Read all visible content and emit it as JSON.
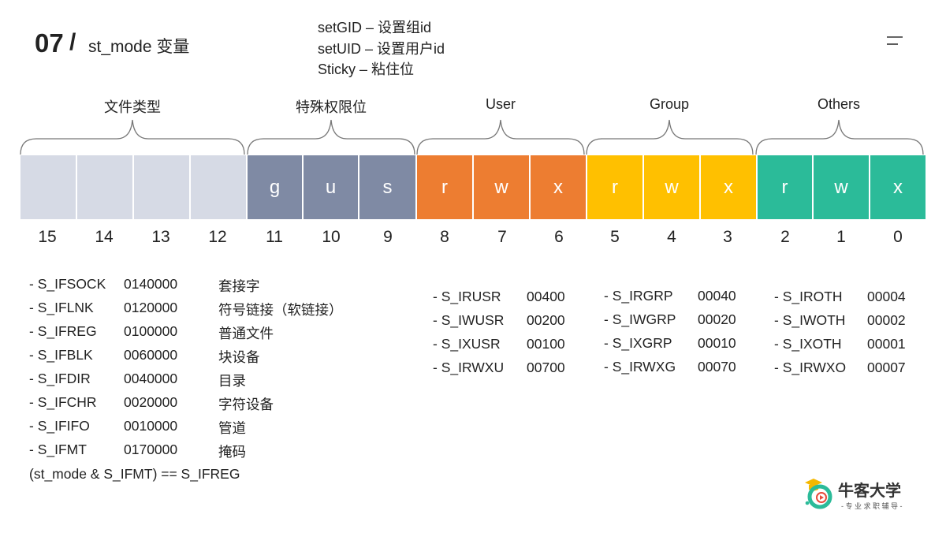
{
  "header": {
    "number": "07",
    "slash": "/",
    "title": "st_mode 变量"
  },
  "notes": [
    "setGID – 设置组id",
    "setUID – 设置用户id",
    "Sticky – 粘住位"
  ],
  "groups": [
    "文件类型",
    "特殊权限位",
    "User",
    "Group",
    "Others"
  ],
  "cells": [
    "",
    "",
    "",
    "",
    "g",
    "u",
    "s",
    "r",
    "w",
    "x",
    "r",
    "w",
    "x",
    "r",
    "w",
    "x"
  ],
  "colors": {
    "file_type": "#d6dae5",
    "special": "#7f8aa4",
    "user": "#ed7d31",
    "group": "#ffc000",
    "others": "#2bbb99"
  },
  "bits": [
    "15",
    "14",
    "13",
    "12",
    "11",
    "10",
    "9",
    "8",
    "7",
    "6",
    "5",
    "4",
    "3",
    "2",
    "1",
    "0"
  ],
  "file_types": [
    {
      "name": "- S_IFSOCK",
      "value": "0140000",
      "desc": "套接字"
    },
    {
      "name": "- S_IFLNK",
      "value": "0120000",
      "desc": "符号链接（软链接）"
    },
    {
      "name": "- S_IFREG",
      "value": "0100000",
      "desc": "普通文件"
    },
    {
      "name": "- S_IFBLK",
      "value": "0060000",
      "desc": "块设备"
    },
    {
      "name": "- S_IFDIR",
      "value": "0040000",
      "desc": "目录"
    },
    {
      "name": "- S_IFCHR",
      "value": "0020000",
      "desc": "字符设备"
    },
    {
      "name": "- S_IFIFO",
      "value": "0010000",
      "desc": "管道"
    },
    {
      "name": "- S_IFMT",
      "value": "0170000",
      "desc": "掩码"
    }
  ],
  "expression": "(st_mode & S_IFMT) ==  S_IFREG",
  "user_perms": [
    {
      "name": "- S_IRUSR",
      "value": "00400"
    },
    {
      "name": "- S_IWUSR",
      "value": "00200"
    },
    {
      "name": "- S_IXUSR",
      "value": "00100"
    },
    {
      "name": "- S_IRWXU",
      "value": "00700"
    }
  ],
  "group_perms": [
    {
      "name": "- S_IRGRP",
      "value": "00040"
    },
    {
      "name": "- S_IWGRP",
      "value": "00020"
    },
    {
      "name": "- S_IXGRP",
      "value": "00010"
    },
    {
      "name": "- S_IRWXG",
      "value": "00070"
    }
  ],
  "others_perms": [
    {
      "name": "- S_IROTH",
      "value": "00004"
    },
    {
      "name": "- S_IWOTH",
      "value": "00002"
    },
    {
      "name": "- S_IXOTH",
      "value": "00001"
    },
    {
      "name": "- S_IRWXO",
      "value": "00007"
    }
  ],
  "logo": {
    "name": "牛客大学",
    "tagline": "- 专 业 求 职 辅 导 -"
  }
}
